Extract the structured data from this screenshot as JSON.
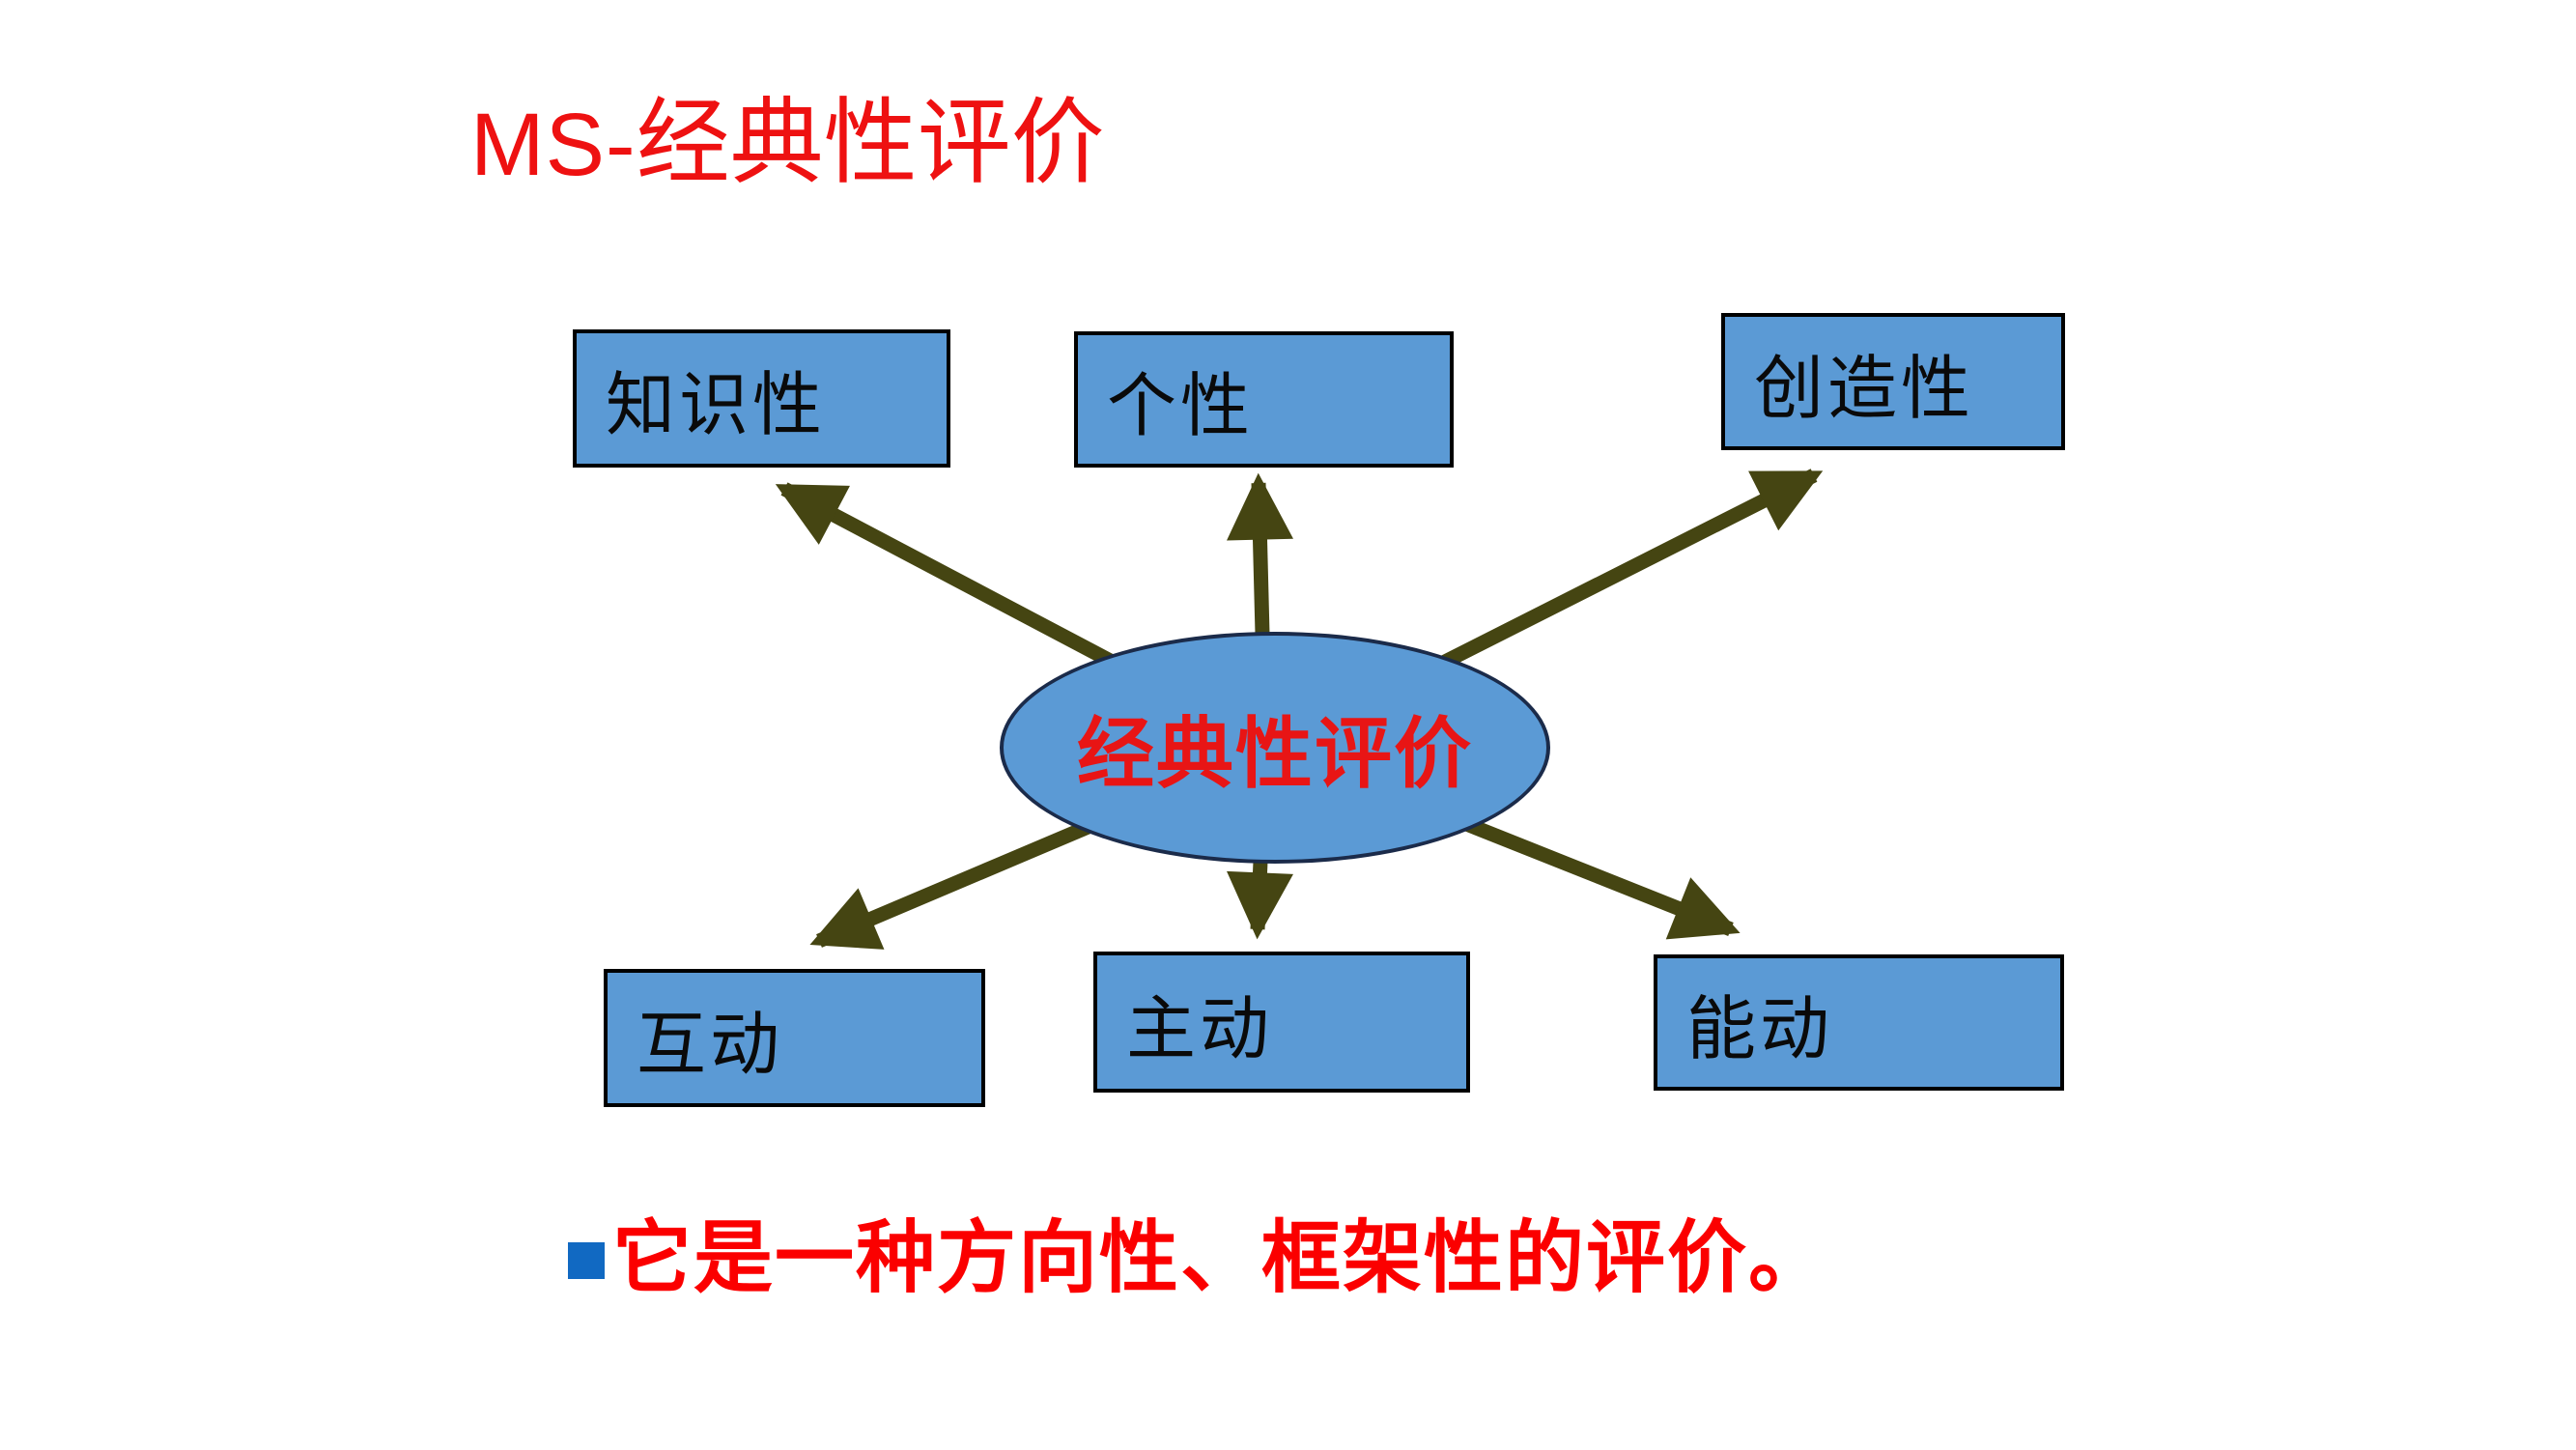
{
  "title": {
    "prefix": "MS-",
    "text": "经典性评价"
  },
  "ellipse": {
    "label": "经典性评价"
  },
  "nodes": [
    {
      "label": "知识性"
    },
    {
      "label": "个性"
    },
    {
      "label": "创造性"
    },
    {
      "label": "互动"
    },
    {
      "label": "主动"
    },
    {
      "label": "能动"
    }
  ],
  "footnote": {
    "text": "它是一种方向性、框架性的评价。"
  },
  "colors": {
    "background": "#FFFFFF",
    "title-red": "#EE1111",
    "text-red": "#FB0000",
    "ellipse-red": "#E81515",
    "node-fill": "#5B9AD5",
    "node-border": "#000000",
    "node-text": "#0A0A0A",
    "ellipse-border": "#1B2B4A",
    "arrow": "#454512",
    "bullet-blue": "#1169C2"
  }
}
